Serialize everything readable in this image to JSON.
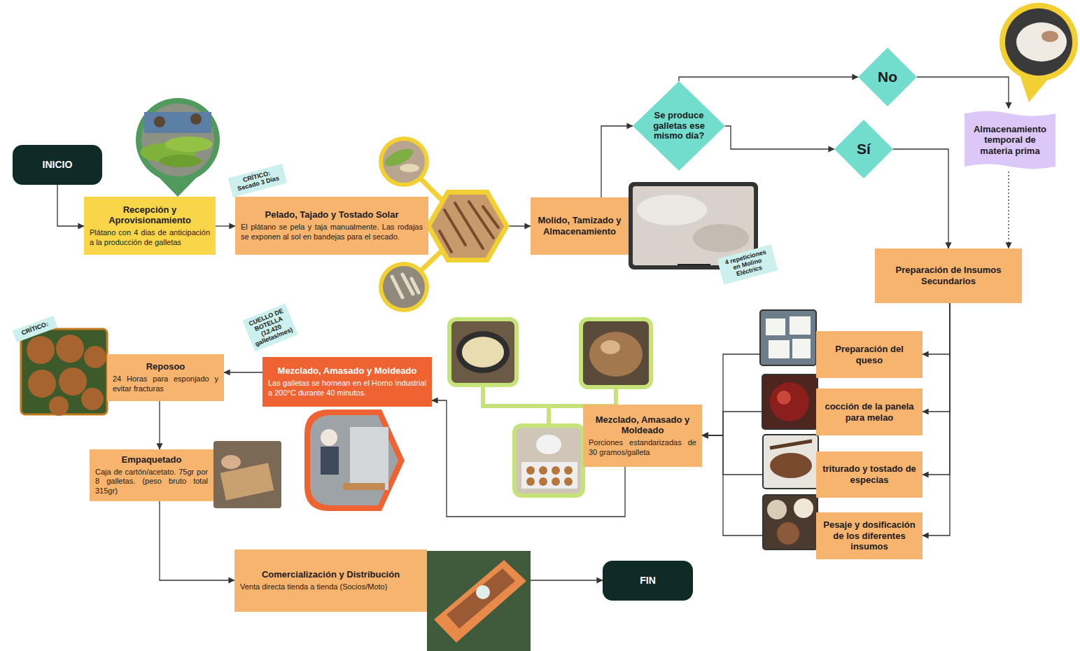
{
  "diagram": {
    "nodes": [
      {
        "text": [
          "INICIO"
        ]
      },
      {
        "text": [
          "Recepción y Aprovisionamiento",
          "Plátano con 4 dias de anticipación a la producción de galletas"
        ]
      },
      {
        "text": [
          "CRÍTICO: Secado 3 Días"
        ]
      },
      {
        "text": [
          "Pelado, Tajado y Tostado Solar",
          "El plátano se pela y taja manualmente. Las rodajas se exponen al sol en bandejas para el secado."
        ]
      },
      {
        "text": [
          "Molido, Tamizado y Almacenamiento"
        ]
      },
      {
        "text": [
          "4 repeticiones en Molino Eléctrics"
        ]
      },
      {
        "text": [
          "Se produce galletas ese mismo día?"
        ]
      },
      {
        "text": [
          "No"
        ]
      },
      {
        "text": [
          "Sí"
        ]
      },
      {
        "text": [
          "Almacenamiento temporal de materia prima"
        ]
      },
      {
        "text": [
          "Preparación de Insumos Secundarios"
        ]
      },
      {
        "text": [
          "Preparación del queso"
        ]
      },
      {
        "text": [
          "cocción de la panela para melao"
        ]
      },
      {
        "text": [
          "triturado y tostado de especias"
        ]
      },
      {
        "text": [
          "Pesaje y dosificación de los diferentes insumos"
        ]
      },
      {
        "text": [
          "Mezclado, Amasado y Moldeado",
          "Porciones estandarizadas de 30 gramos/galleta"
        ]
      },
      {
        "text": [
          "Mezclado, Amasado y Moldeado",
          "Las galletas se hornean en el Horno Industrial a 200°C durante 40 minutos."
        ]
      },
      {
        "text": [
          "CUELLO DE BOTELLA (12.420 galletas/mes)"
        ]
      },
      {
        "text": [
          "Reposoo",
          "24 Horas para esponjado y evitar fracturas"
        ]
      },
      {
        "text": [
          "CRÍTICO:"
        ]
      },
      {
        "text": [
          "Empaquetado",
          "Caja de cartón/acetato. 75gr por 8 galletas. (peso bruto total 315gr)"
        ]
      },
      {
        "text": [
          "Comercialización y Distribución",
          "Venta directa tienda a tienda (Socios/Moto)"
        ]
      },
      {
        "text": [
          "FIN"
        ]
      }
    ],
    "edges": [
      {
        "from": 0,
        "to": 1,
        "arrow": "to"
      },
      {
        "from": 1,
        "to": 3,
        "arrow": "to"
      },
      {
        "from": 3,
        "to": 4,
        "arrow": "to"
      },
      {
        "from": 4,
        "to": 6,
        "arrow": "to"
      },
      {
        "from": 6,
        "to": 7,
        "arrow": "to"
      },
      {
        "from": 7,
        "to": 9,
        "arrow": "to"
      },
      {
        "from": 6,
        "to": 8,
        "arrow": "to"
      },
      {
        "from": 8,
        "to": 10,
        "arrow": "to"
      },
      {
        "from": 9,
        "to": 10,
        "arrow": "to"
      },
      {
        "from": 10,
        "to": 11,
        "arrow": "to"
      },
      {
        "from": 10,
        "to": 12,
        "arrow": "to"
      },
      {
        "from": 10,
        "to": 13,
        "arrow": "to"
      },
      {
        "from": 10,
        "to": 14,
        "arrow": "to"
      },
      {
        "from": 11,
        "to": 15,
        "arrow": "to"
      },
      {
        "from": 12,
        "to": 15,
        "arrow": "to"
      },
      {
        "from": 13,
        "to": 15,
        "arrow": "to"
      },
      {
        "from": 14,
        "to": 15,
        "arrow": "to"
      },
      {
        "from": 15,
        "to": 16,
        "arrow": "to"
      },
      {
        "from": 16,
        "to": 18,
        "arrow": "to"
      },
      {
        "from": 18,
        "to": 20,
        "arrow": "to"
      },
      {
        "from": 20,
        "to": 21,
        "arrow": "to"
      },
      {
        "from": 21,
        "to": 22,
        "arrow": "to"
      }
    ]
  }
}
